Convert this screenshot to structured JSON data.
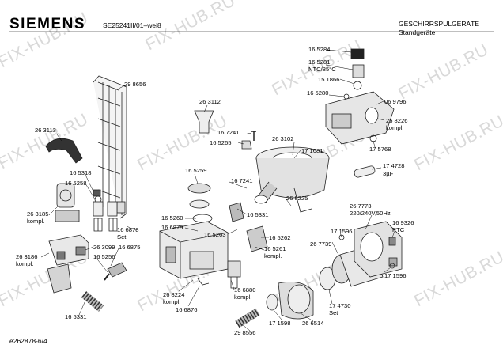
{
  "header": {
    "brand": "SIEMENS",
    "model": "SE25241II/01–wei8",
    "category": "GESCHIRRSPÜLGERÄTE",
    "subcategory": "Standgeräte"
  },
  "footer": {
    "doc_id": "e262878-6/4"
  },
  "watermark": "FIX-HUB.RU",
  "parts": {
    "p165284": "16 5284",
    "p165281": "16 5281",
    "ntc": "NTC/85°C",
    "p151866": "15 1866",
    "p165280": "16 5280",
    "p069796": "06 9796",
    "p268226": "26 8226",
    "kompl_a": "kompl.",
    "p298656": "29 8656",
    "p263112": "26 3112",
    "p167241a": "16 7241",
    "p165265": "16 5265",
    "p263102": "26 3102",
    "p171681": "17 1681",
    "p175768": "17 5768",
    "p174728": "17 4728",
    "cap3uf": "3µF",
    "p263113": "26 3113",
    "p165318": "16 5318",
    "p165258": "16 5258",
    "p165259": "16 5259",
    "p167241b": "16 7241",
    "p268225": "26 8225",
    "p263185": "26 3185",
    "kompl_b": "kompl.",
    "p165260": "16 5260",
    "p166879": "16 6879",
    "p166878": "16 6878",
    "set_a": "Set",
    "p165331a": "16 5331",
    "p165263": "16 5263",
    "p165262": "16 5262",
    "p165261": "16 5261",
    "kompl_c": "kompl.",
    "p267773": "26 7773",
    "voltage": "220/240V,50Hz",
    "p169326": "16 9326",
    "ptc": "PTC",
    "p171596a": "17 1596",
    "p267739": "26 7739",
    "p263186": "26 3186",
    "kompl_d": "kompl.",
    "p263099": "26 3099",
    "p166875": "16 6875",
    "p165256": "16 5256",
    "p268224": "26 8224",
    "kompl_e": "kompl.",
    "p166876": "16 6876",
    "p166880": "16 6880",
    "kompl_f": "kompl.",
    "p171596b": "17 1596",
    "p174730": "17 4730",
    "set_b": "Set",
    "p165331b": "16 5331",
    "p171598": "17 1598",
    "p266514": "26 6514",
    "p298556": "29 8556"
  }
}
